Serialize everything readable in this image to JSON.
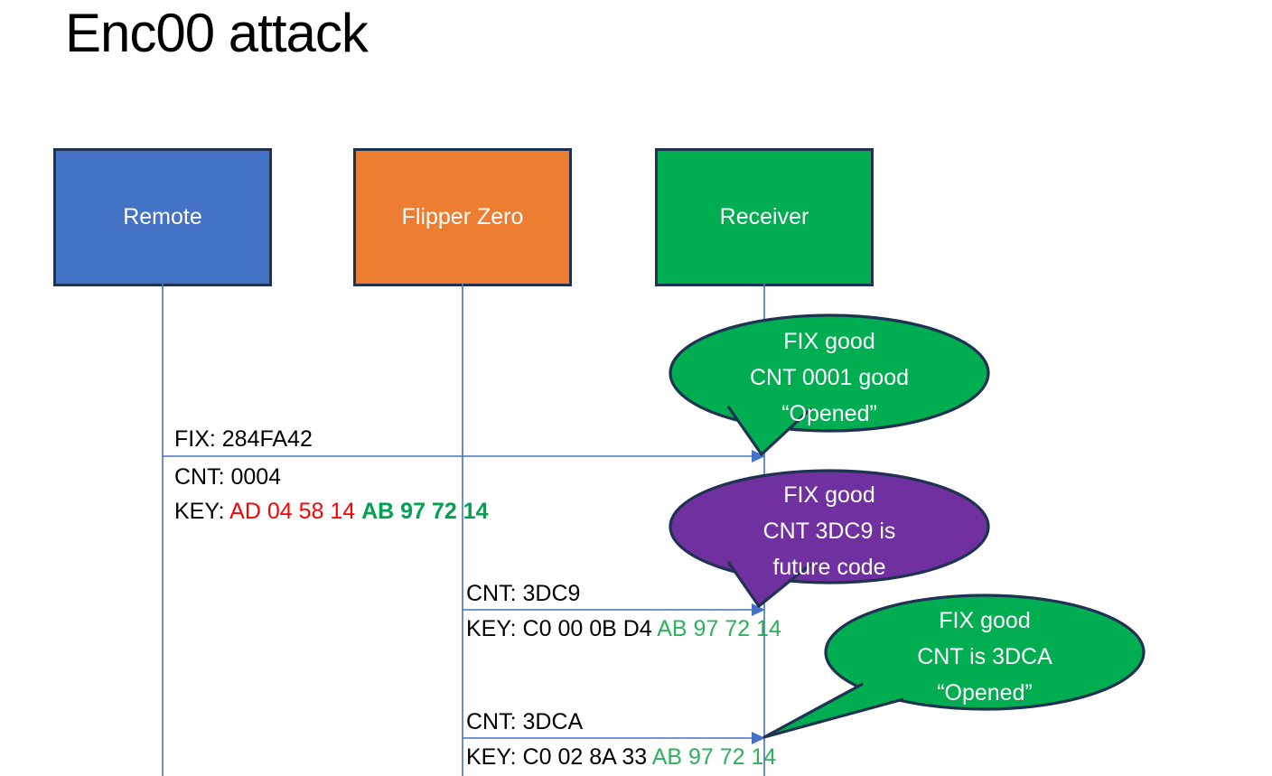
{
  "title": "Enc00 attack",
  "colors": {
    "remote_blue": "#4472C4",
    "flipper_orange": "#ED7D31",
    "receiver_green": "#00AD50",
    "callout_green": "#00AD50",
    "callout_purple": "#7030A0",
    "shape_border_navy": "#1F3251",
    "connector_blue": "#4472C4",
    "key_red": "#FF0000",
    "key_green_bold": "#00A14F",
    "key_green": "#2EB05C",
    "text_black": "#000000",
    "text_white": "#FFFFFF"
  },
  "actors": [
    {
      "label": "Remote"
    },
    {
      "label": "Flipper Zero"
    },
    {
      "label": "Receiver"
    }
  ],
  "messages": [
    {
      "fix": "FIX: 284FA42",
      "cnt": "CNT: 0004",
      "key_prefix": "KEY: ",
      "key_red": "AD 04 58 14 ",
      "key_green": "AB 97 72 14"
    },
    {
      "cnt": "CNT: 3DC9",
      "key_prefix": "KEY: C0 00 0B D4 ",
      "key_green": "AB 97 72 14"
    },
    {
      "cnt": "CNT: 3DCA",
      "key_prefix": "KEY: C0 02 8A 33 ",
      "key_green": "AB 97 72 14"
    }
  ],
  "callouts": [
    {
      "color": "#00AD50",
      "lines": [
        "FIX good",
        "CNT 0001 good",
        "“Opened”"
      ]
    },
    {
      "color": "#7030A0",
      "lines": [
        "FIX good",
        "CNT 3DC9 is",
        "future code"
      ]
    },
    {
      "color": "#00AD50",
      "lines": [
        "FIX good",
        "CNT is 3DCA",
        "“Opened”"
      ]
    }
  ]
}
